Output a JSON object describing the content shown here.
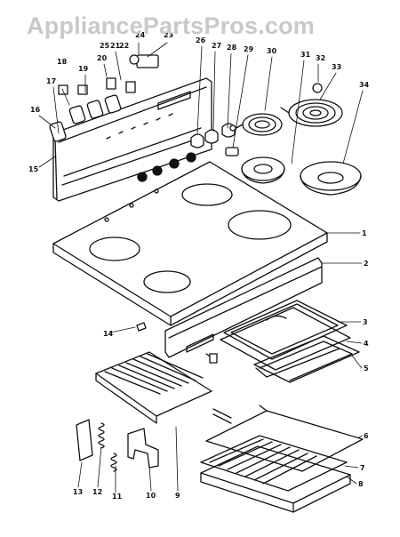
{
  "watermark": "AppliancePartsPros.com",
  "callouts": [
    "1",
    "2",
    "3",
    "4",
    "5",
    "6",
    "7",
    "8",
    "9",
    "10",
    "11",
    "12",
    "13",
    "14",
    "15",
    "16",
    "17",
    "18",
    "19",
    "20",
    "21",
    "22",
    "23",
    "24",
    "25",
    "26",
    "27",
    "28",
    "29",
    "30",
    "31",
    "32",
    "33",
    "34"
  ]
}
